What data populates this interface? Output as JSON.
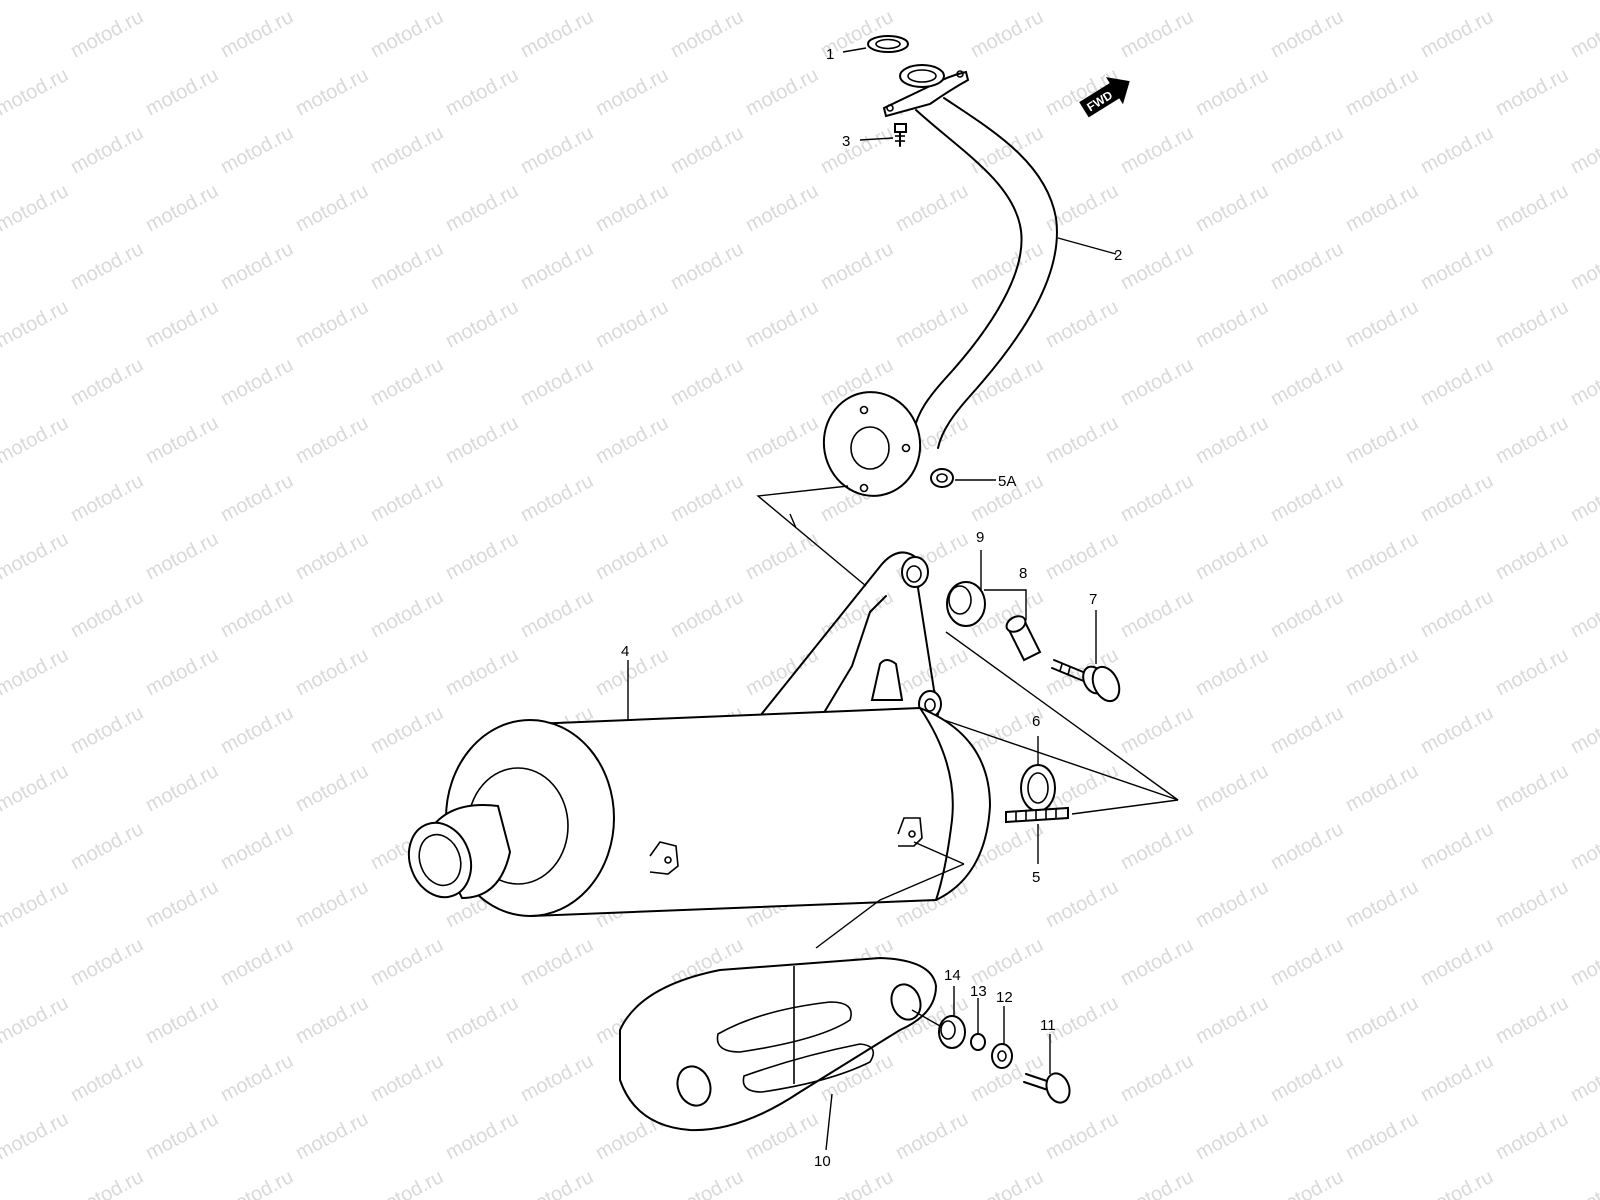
{
  "watermark": "motod.ru",
  "direction_label": "FWD",
  "callouts": {
    "p1": "1",
    "p2": "2",
    "p3": "3",
    "p4": "4",
    "p5": "5",
    "p5a": "5A",
    "p6": "6",
    "p7": "7",
    "p8": "8",
    "p9": "9",
    "p10": "10",
    "p11": "11",
    "p12": "12",
    "p13": "13",
    "p14": "14"
  }
}
